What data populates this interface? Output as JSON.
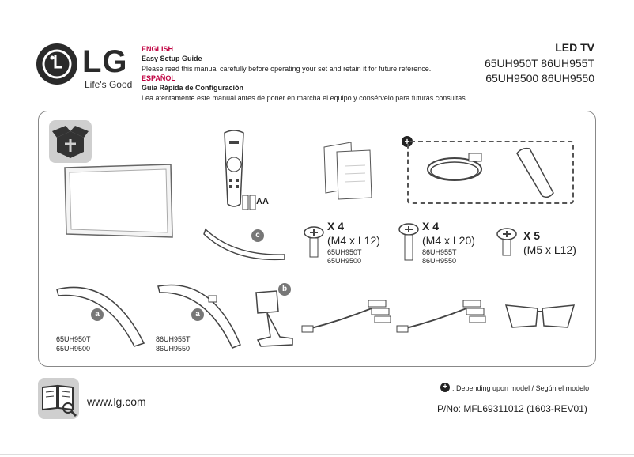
{
  "brand": {
    "logo": "LG",
    "slogan": "Life's Good"
  },
  "header": {
    "en_lang": "ENGLISH",
    "en_title": "Easy Setup Guide",
    "en_desc": "Please read this manual carefully before operating your set and retain it for future reference.",
    "es_lang": "ESPAÑOL",
    "es_title": "Guía Rápida de Configuración",
    "es_desc": "Lea atentamente este manual antes de poner en marcha el equipo y consérvelo para futuras consultas.",
    "product": "LED TV",
    "models_line1": "65UH950T 86UH955T",
    "models_line2": "65UH9500 86UH9550"
  },
  "items": {
    "remote_batteries": "AA",
    "screw1_qty": "X 4",
    "screw1_spec": "(M4 x L12)",
    "screw1_model1": "65UH950T",
    "screw1_model2": "65UH9500",
    "screw2_qty": "X 4",
    "screw2_spec": "(M4 x L20)",
    "screw2_model1": "86UH955T",
    "screw2_model2": "86UH9550",
    "screw3_qty": "X 5",
    "screw3_spec": "(M5 x L12)",
    "stand_left_model1": "65UH950T",
    "stand_left_model2": "65UH9500",
    "stand_right_model1": "86UH955T",
    "stand_right_model2": "86UH9550",
    "badge_a": "a",
    "badge_b": "b",
    "badge_c": "c"
  },
  "footer": {
    "url": "www.lg.com",
    "note": ": Depending upon model / Según el modelo",
    "part_no": "P/No: MFL69311012 (1603-REV01)"
  }
}
